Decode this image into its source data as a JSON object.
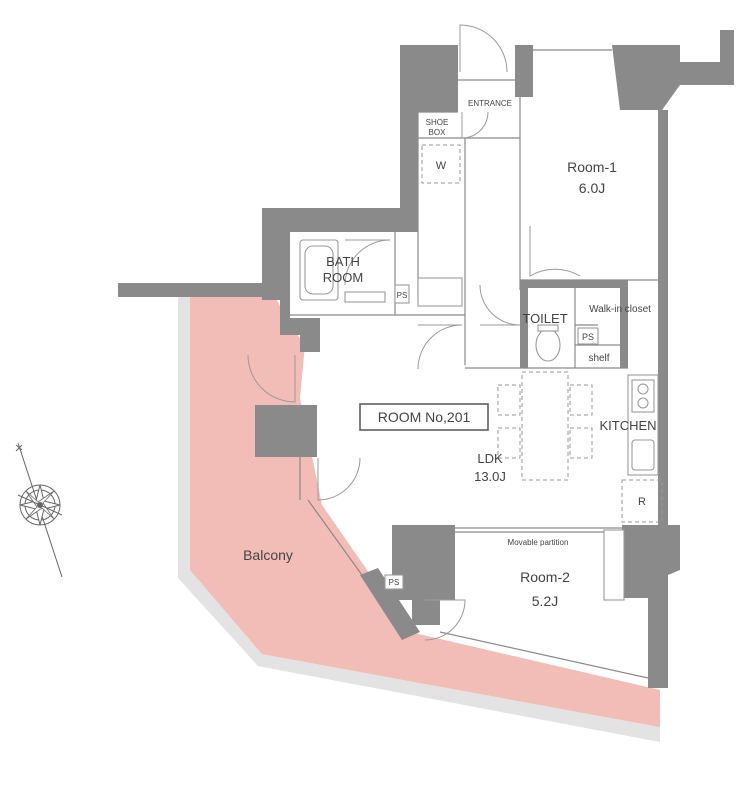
{
  "plan": {
    "unit_label": "ROOM No,201",
    "rooms": {
      "entrance": "ENTRANCE",
      "shoe_box_line1": "SHOE",
      "shoe_box_line2": "BOX",
      "washer": "W",
      "bathroom_line1": "BATH",
      "bathroom_line2": "ROOM",
      "ps": "PS",
      "room1_name": "Room-1",
      "room1_size": "6.0J",
      "toilet": "TOILET",
      "walkin_closet": "Walk-in closet",
      "shelf": "shelf",
      "kitchen": "KITCHEN",
      "ldk_name": "LDK",
      "ldk_size": "13.0J",
      "refrigerator": "R",
      "movable_partition": "Movable partition",
      "room2_name": "Room-2",
      "room2_size": "5.2J",
      "balcony": "Balcony"
    },
    "colors": {
      "wall": "#8a8a8a",
      "balcony_fill": "#f2bcb7",
      "balcony_rim": "#e3e3e3",
      "text": "#444444"
    },
    "icons": [
      "compass-rose-icon"
    ]
  }
}
